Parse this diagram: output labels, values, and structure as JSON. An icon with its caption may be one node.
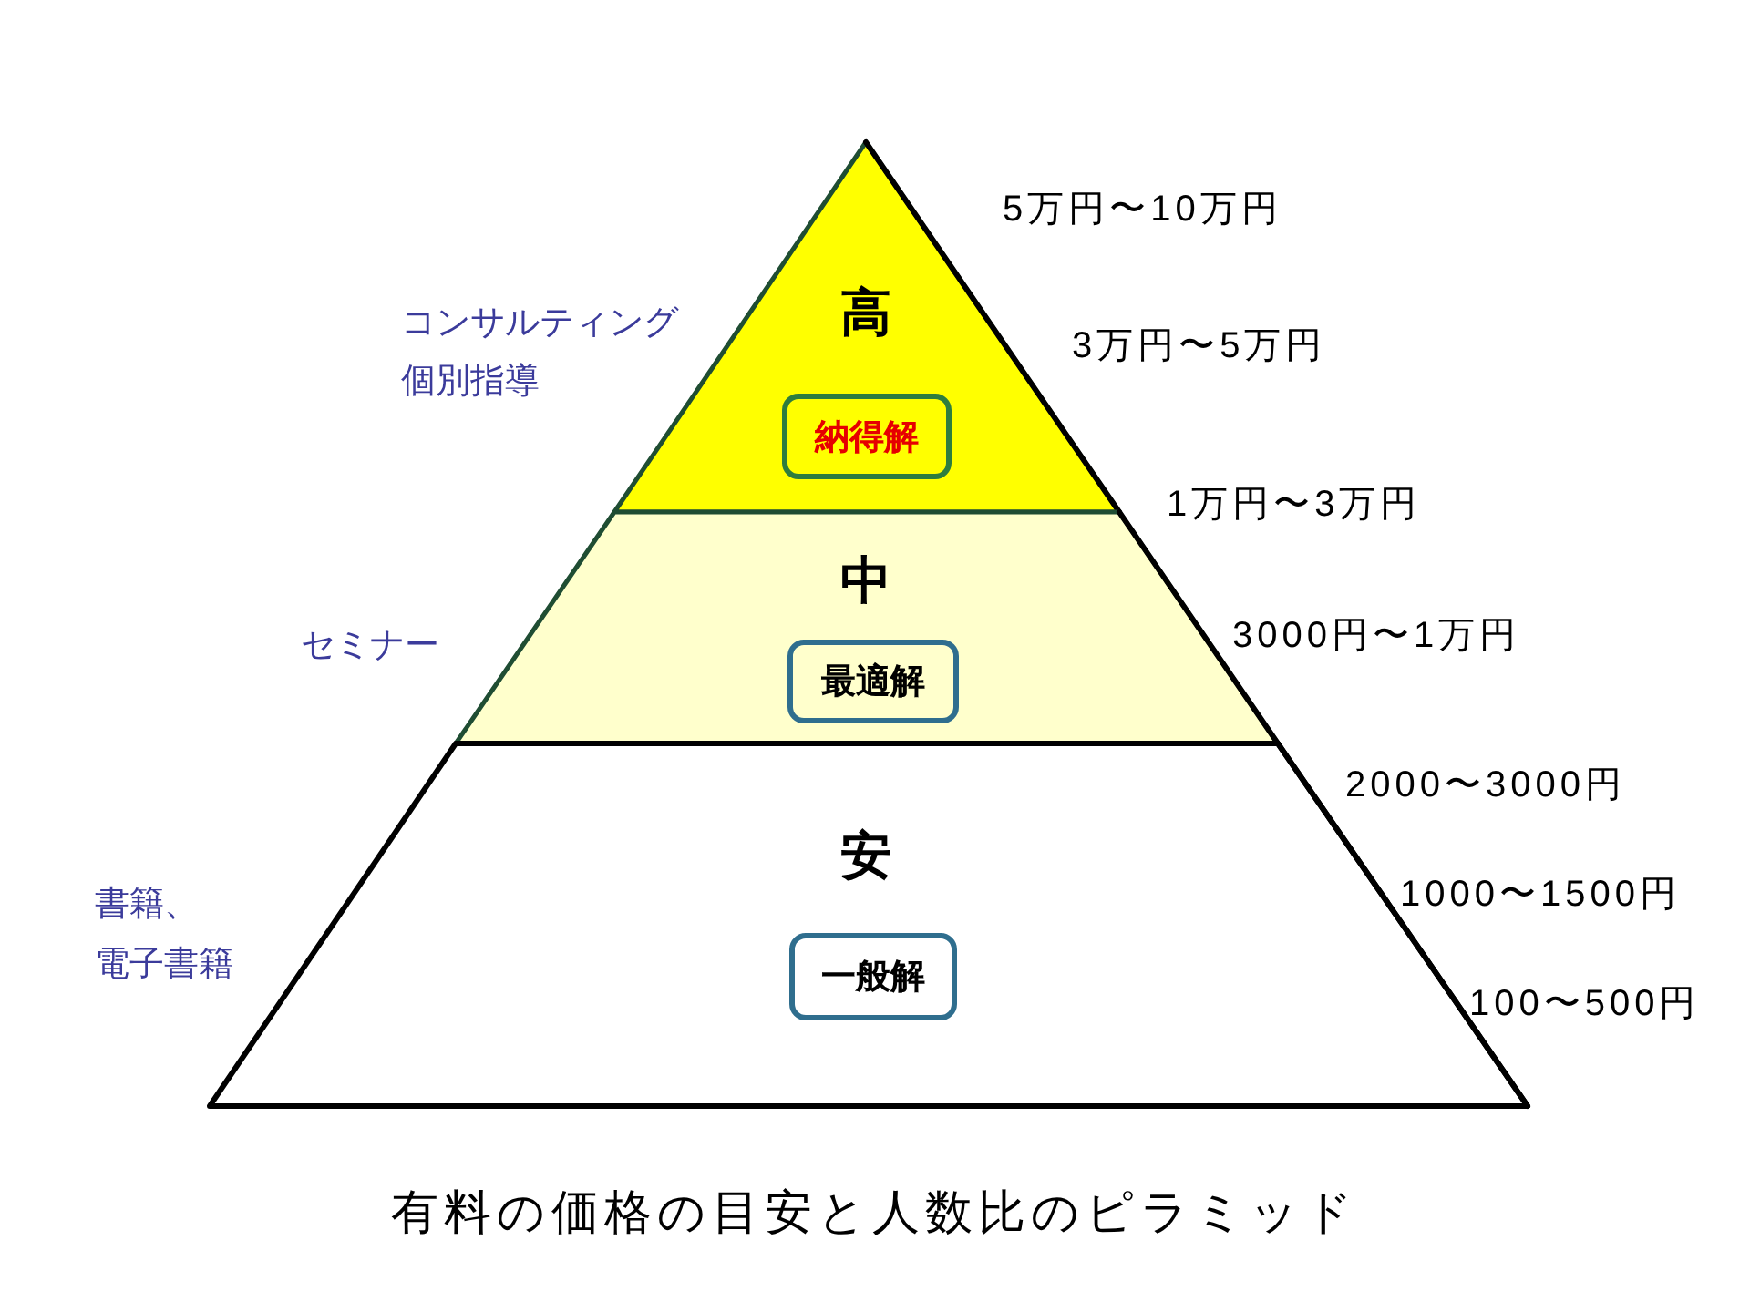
{
  "diagram": {
    "caption": "有料の価格の目安と人数比のピラミッド",
    "nodes": [
      {
        "text": [
          "高"
        ],
        "beside": [
          "コンサルティング個別指導"
        ]
      },
      {
        "text": [
          "納得解"
        ],
        "in": 0
      },
      {
        "text": [
          "中"
        ],
        "beside": [
          "セミナー"
        ]
      },
      {
        "text": [
          "最適解"
        ],
        "in": 2
      },
      {
        "text": [
          "安"
        ],
        "beside": [
          "書籍、電子書籍"
        ]
      },
      {
        "text": [
          "一般解"
        ],
        "in": 4
      }
    ],
    "labels": [
      "5万円〜10万円",
      "3万円〜5万円",
      "1万円〜3万円",
      "3000円〜1万円",
      "2000〜3000円",
      "1000〜1500円",
      "100〜500円"
    ]
  }
}
